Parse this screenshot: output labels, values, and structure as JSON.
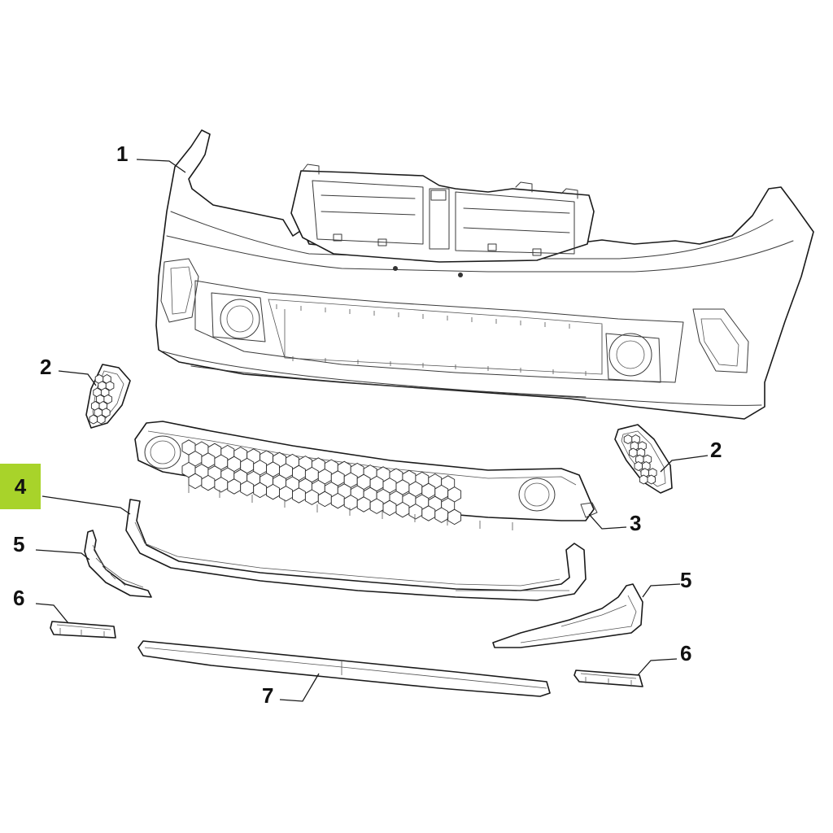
{
  "callouts": {
    "c1": "1",
    "c2a": "2",
    "c2b": "2",
    "c3": "3",
    "c4": "4",
    "c5a": "5",
    "c5b": "5",
    "c6a": "6",
    "c6b": "6",
    "c7": "7"
  },
  "highlight_color": "#a8d32a"
}
